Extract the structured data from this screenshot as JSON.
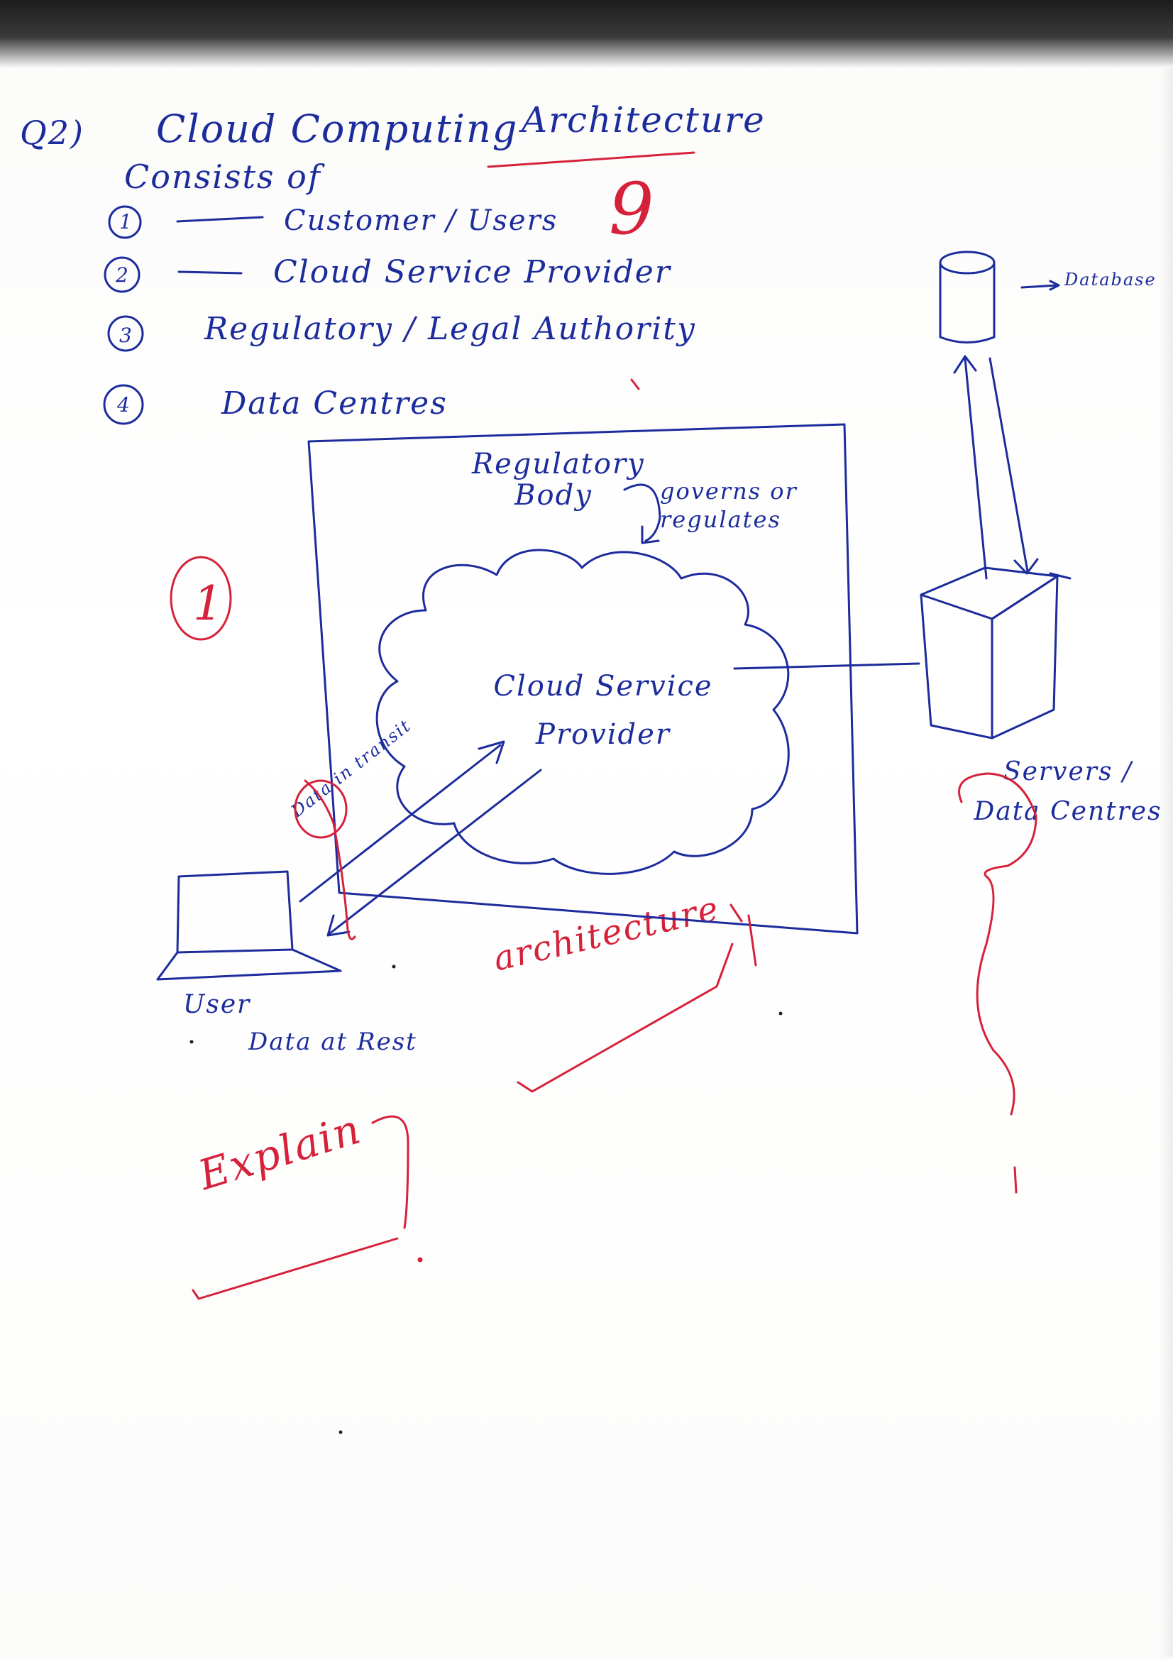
{
  "question": {
    "number": "Q2)",
    "title_part1": "Cloud Computing",
    "title_part2": "Architecture",
    "consists_of": "Consists of",
    "items": [
      {
        "marker": "1",
        "label": "Customer / Users"
      },
      {
        "marker": "2",
        "label": "Cloud Service Provider"
      },
      {
        "marker": "3",
        "label": "Regulatory / Legal Authority"
      },
      {
        "marker": "4",
        "label": "Data Centres"
      }
    ]
  },
  "diagram": {
    "regulatory_body": "Regulatory Body",
    "governs_note": "governs or regulates",
    "cloud_label": "Cloud Service Provider",
    "database_label": "Database",
    "servers_label": "Servers / Data Centres",
    "data_in_transit": "Data in transit",
    "user_label": "User",
    "data_at_rest": "Data at Rest"
  },
  "annotations": {
    "score_top": "9",
    "score_left": "1",
    "comment_architecture": "architecture",
    "comment_explain": "Explain",
    "ink_colors": {
      "answer": "#1c2c9c",
      "grading": "#d6213a"
    }
  }
}
